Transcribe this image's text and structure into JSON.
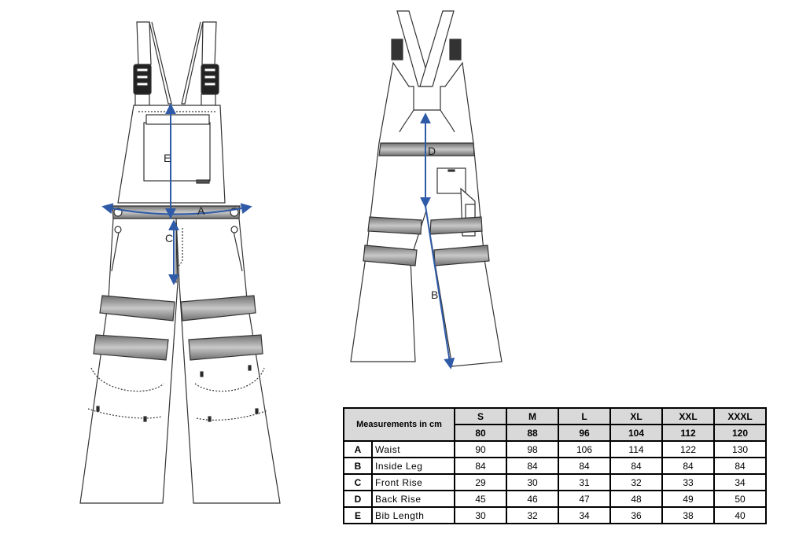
{
  "dimension_labels": {
    "a": "A",
    "b": "B",
    "c": "C",
    "d": "D",
    "e": "E"
  },
  "table": {
    "header_label": "Measurements in cm",
    "sizes": [
      "S",
      "M",
      "L",
      "XL",
      "XXL",
      "XXXL"
    ],
    "size_values": [
      "80",
      "88",
      "96",
      "104",
      "112",
      "120"
    ],
    "rows": [
      {
        "code": "A",
        "name": "Waist",
        "values": [
          "90",
          "98",
          "106",
          "114",
          "122",
          "130"
        ]
      },
      {
        "code": "B",
        "name": "Inside Leg",
        "values": [
          "84",
          "84",
          "84",
          "84",
          "84",
          "84"
        ]
      },
      {
        "code": "C",
        "name": "Front Rise",
        "values": [
          "29",
          "30",
          "31",
          "32",
          "33",
          "34"
        ]
      },
      {
        "code": "D",
        "name": "Back Rise",
        "values": [
          "45",
          "46",
          "47",
          "48",
          "49",
          "50"
        ]
      },
      {
        "code": "E",
        "name": "Bib Length",
        "values": [
          "30",
          "32",
          "34",
          "36",
          "38",
          "40"
        ]
      }
    ]
  },
  "colors": {
    "measure_line": "#2e5aa7",
    "reflective_band": "#9a9a9a",
    "outline": "#333333",
    "header_fill": "#d9d9d9"
  }
}
